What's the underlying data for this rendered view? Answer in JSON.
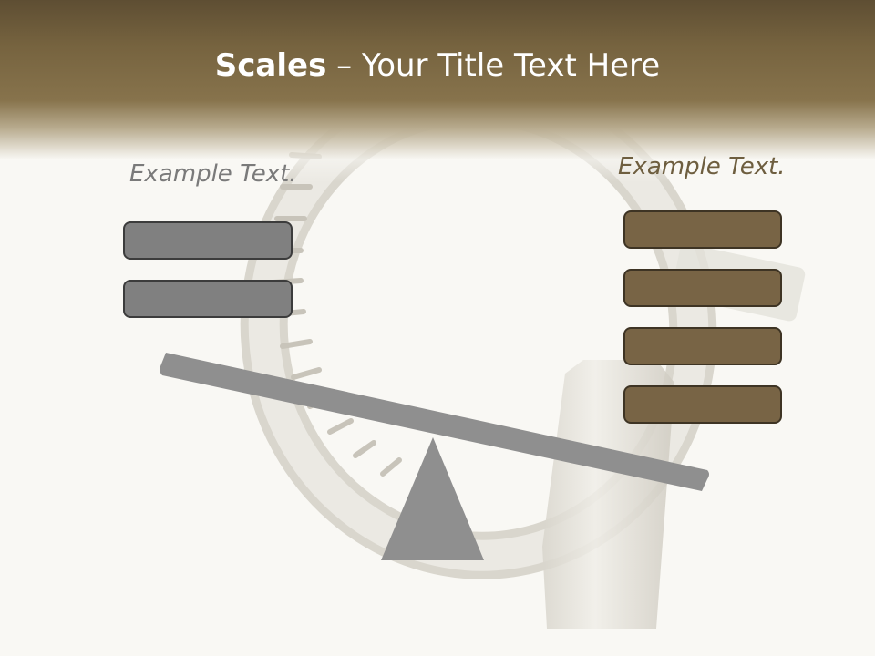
{
  "title": {
    "bold": "Scales",
    "rest": " – Your Title Text Here"
  },
  "left_label": "Example Text.",
  "right_label": "Example Text.",
  "left_boxes_count": 2,
  "right_boxes_count": 4,
  "colors": {
    "header": "#76633f",
    "gray_box": "#808080",
    "brown_box": "#786445",
    "beam": "#8f8f8f"
  }
}
